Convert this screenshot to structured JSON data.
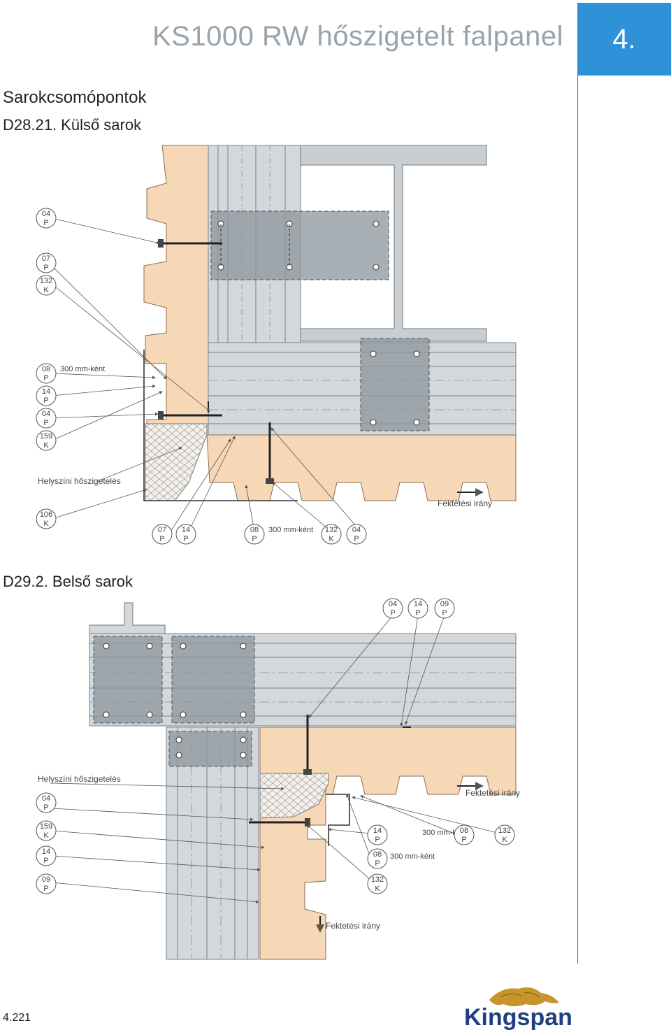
{
  "header": {
    "title": "KS1000 RW hőszigetelt falpanel",
    "chapter": "4."
  },
  "section_title": "Sarokcsomópontok",
  "detail_1": {
    "title": "D28.21. Külső sarok",
    "labels": {
      "a": [
        "04",
        "P"
      ],
      "b": [
        "07",
        "P"
      ],
      "c": [
        "132",
        "K"
      ],
      "d": [
        "08",
        "P"
      ],
      "e": [
        "14",
        "P"
      ],
      "f": [
        "04",
        "P"
      ],
      "g": [
        "159",
        "K"
      ],
      "h": [
        "106",
        "K"
      ],
      "i": [
        "07",
        "P"
      ],
      "j": [
        "14",
        "P"
      ],
      "k": [
        "08",
        "P"
      ],
      "l": [
        "132",
        "K"
      ],
      "m": [
        "04",
        "P"
      ]
    },
    "spacing_note_1": "300 mm-ként",
    "spacing_note_2": "300 mm-ként",
    "insulation_note": "Helyszíni hőszigetelés",
    "direction_note": "Fektetési irány"
  },
  "detail_2": {
    "title": "D29.2. Belső sarok",
    "labels": {
      "a": [
        "04",
        "P"
      ],
      "b": [
        "14",
        "P"
      ],
      "c": [
        "09",
        "P"
      ],
      "d": [
        "04",
        "P"
      ],
      "e": [
        "159",
        "K"
      ],
      "f": [
        "14",
        "P"
      ],
      "g": [
        "09",
        "P"
      ],
      "h": [
        "14",
        "P"
      ],
      "i": [
        "08",
        "P"
      ],
      "j": [
        "132",
        "K"
      ],
      "k": [
        "08",
        "P"
      ],
      "l": [
        "132",
        "K"
      ]
    },
    "spacing_note_1": "300 mm-ként",
    "spacing_note_2": "300 mm-ként",
    "insulation_note": "Helyszíni hőszigetelés",
    "direction_note_1": "Fektetési irány",
    "direction_note_2": "Fektetési irány"
  },
  "footer": {
    "page_number": "4.221",
    "logo_text": "Kingspan"
  },
  "colors": {
    "accent": "#2f92d8",
    "panel_core": "#f7d8b6",
    "steel": "#c9ced2",
    "plate": "#8c959c"
  }
}
